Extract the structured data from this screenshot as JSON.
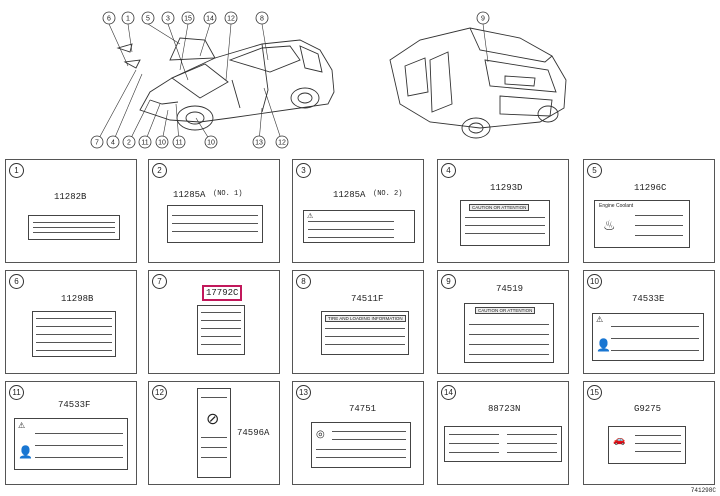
{
  "callouts_left": [
    "6",
    "1",
    "5",
    "3",
    "15",
    "14",
    "12",
    "8"
  ],
  "callouts_left_bottom": [
    "7",
    "4",
    "2",
    "11",
    "10",
    "11",
    "10",
    "13",
    "12"
  ],
  "callout_right": "9",
  "cells": [
    {
      "num": "1",
      "pn": "11282B"
    },
    {
      "num": "2",
      "pn": "11285A",
      "suffix": "(NO. 1)"
    },
    {
      "num": "3",
      "pn": "11285A",
      "suffix": "(NO. 2)"
    },
    {
      "num": "4",
      "pn": "11293D",
      "pill": "CAUTION OR ATTENTION"
    },
    {
      "num": "5",
      "pn": "11296C",
      "caption": "Engine Coolant"
    },
    {
      "num": "6",
      "pn": "11298B"
    },
    {
      "num": "7",
      "pn": "17792C",
      "highlight": true
    },
    {
      "num": "8",
      "pn": "74511F",
      "pill": "TIRE AND LOADING INFORMATION"
    },
    {
      "num": "9",
      "pn": "74519",
      "pill": "CAUTION OR ATTENTION"
    },
    {
      "num": "10",
      "pn": "74533E"
    },
    {
      "num": "11",
      "pn": "74533F"
    },
    {
      "num": "12",
      "pn": "74596A"
    },
    {
      "num": "13",
      "pn": "74751"
    },
    {
      "num": "14",
      "pn": "88723N"
    },
    {
      "num": "15",
      "pn": "G9275"
    }
  ],
  "reference": "741298C"
}
